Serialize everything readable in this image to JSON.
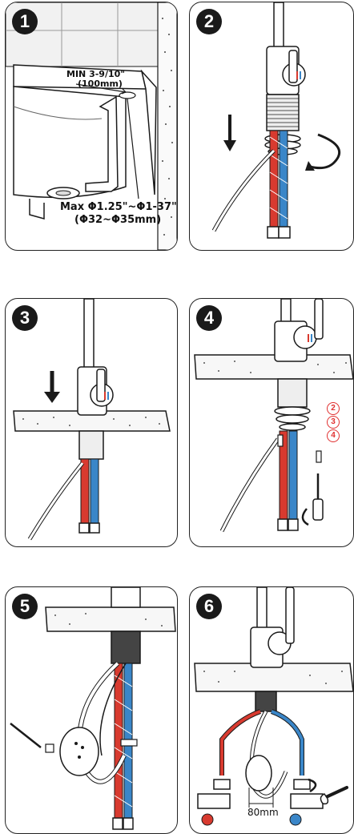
{
  "steps": [
    {
      "number": "1"
    },
    {
      "number": "2"
    },
    {
      "number": "3"
    },
    {
      "number": "4"
    },
    {
      "number": "5"
    },
    {
      "number": "6"
    }
  ],
  "step1": {
    "min_label": "MIN 3-9/10\"",
    "min_metric": "(100mm)",
    "max_label": "Max Φ1.25\"~Φ1-37\"",
    "max_metric": "(Φ32~Φ35mm)"
  },
  "step4": {
    "parts": [
      "2",
      "3",
      "4"
    ]
  },
  "step6": {
    "distance": "80mm"
  },
  "colors": {
    "hot_hose": "#d83a2f",
    "cold_hose": "#3a86c8",
    "outline": "#1a1a1a",
    "accent_red": "#e03030"
  },
  "icons": {
    "badge": "number-badge-icon",
    "rotate": "rotate-arrow-icon",
    "down": "down-arrow-icon",
    "wrench": "wrench-icon",
    "screwdriver": "screwdriver-icon"
  }
}
